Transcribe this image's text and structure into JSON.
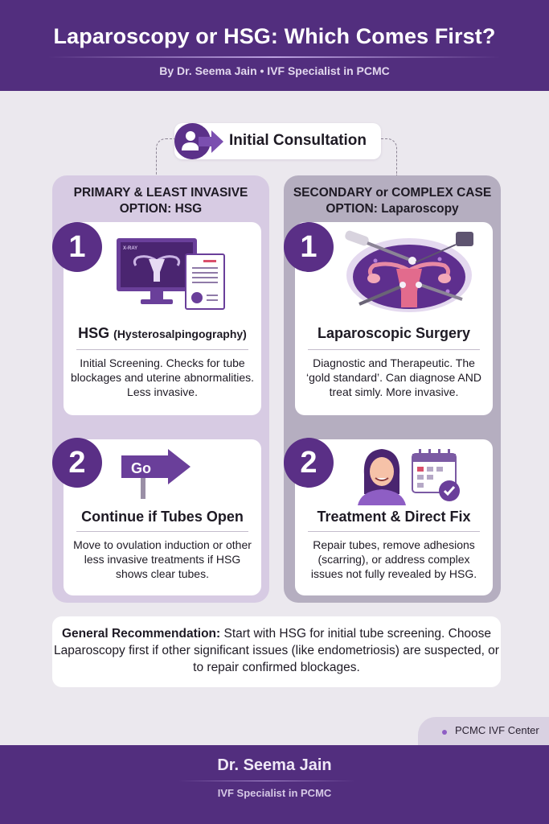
{
  "header": {
    "title": "Laparoscopy or HSG: Which Comes First?",
    "byline": "By Dr. Seema Jain • IVF Specialist in PCMC"
  },
  "consultation": {
    "label": "Initial Consultation",
    "icon": "patient-arrow-icon"
  },
  "columns": [
    {
      "title_line1": "PRIMARY & LEAST INVASIVE",
      "title_line2": "OPTION: HSG",
      "steps": [
        {
          "number": "1",
          "icon": "xray-monitor-icon",
          "icon_label": "X-RAY",
          "title": "HSG",
          "title_suffix": "(Hysterosalpingography)",
          "description": "Initial Screening. Checks for tube blockages and uterine abnormalities. Less invasive."
        },
        {
          "number": "2",
          "icon": "go-sign-icon",
          "icon_label": "Go",
          "title": "Continue if Tubes Open",
          "description": "Move to ovulation induction or other less invasive treatments if HSG shows clear tubes."
        }
      ]
    },
    {
      "title_line1": "SECONDARY or COMPLEX CASE",
      "title_line2": "OPTION: Laparoscopy",
      "steps": [
        {
          "number": "1",
          "icon": "laparoscopy-instruments-icon",
          "title": "Laparoscopic Surgery",
          "description": "Diagnostic and Therapeutic. The ‘gold standard’. Can diagnose AND treat simly. More invasive."
        },
        {
          "number": "2",
          "icon": "patient-calendar-check-icon",
          "title": "Treatment & Direct Fix",
          "description": "Repair tubes, remove adhesions (scarring), or address complex issues not fully revealed by HSG."
        }
      ]
    }
  ],
  "recommendation": {
    "label": "General Recommendation:",
    "text": "Start with HSG for initial tube screening. Choose Laparoscopy first if other significant issues (like endometriosis) are suspected, or to repair confirmed blockages."
  },
  "brand": {
    "name": "PCMC IVF Center"
  },
  "footer": {
    "name": "Dr. Seema Jain",
    "role": "IVF Specialist in PCMC"
  },
  "colors": {
    "primary_purple": "#522e7e",
    "badge_purple": "#5a2f86",
    "left_panel": "#d7cbe3",
    "right_panel": "#b5aec0",
    "background": "#ebe8ee"
  }
}
